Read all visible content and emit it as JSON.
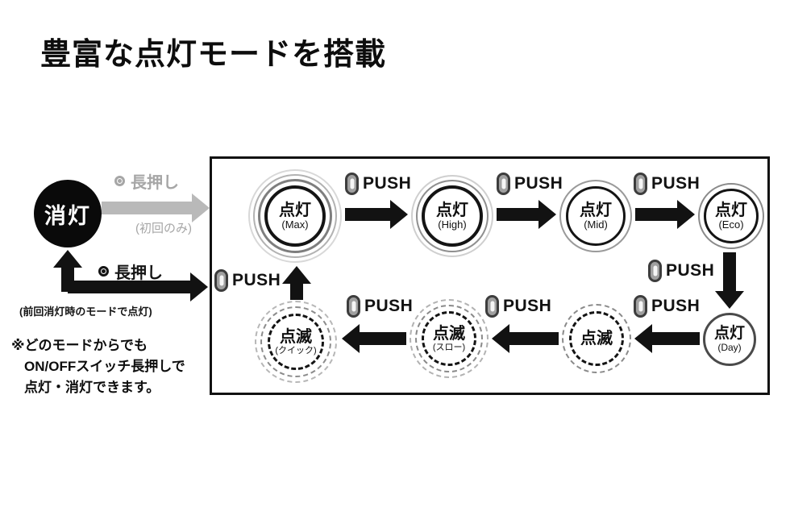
{
  "title": "豊富な点灯モードを搭載",
  "off": {
    "label": "消灯",
    "first_press_label": "長押し",
    "first_press_note": "(初回のみ)",
    "repeat_press_label": "長押し",
    "repeat_press_note": "(前回消灯時のモードで点灯)"
  },
  "footnote": {
    "line1": "※どのモードからでも",
    "line2": "ON/OFFスイッチ長押しで",
    "line3": "点灯・消灯できます。"
  },
  "flow": {
    "push_label": "PUSH",
    "nodes": {
      "max": {
        "label": "点灯",
        "sub": "(Max)"
      },
      "high": {
        "label": "点灯",
        "sub": "(High)"
      },
      "mid": {
        "label": "点灯",
        "sub": "(Mid)"
      },
      "eco": {
        "label": "点灯",
        "sub": "(Eco)"
      },
      "day": {
        "label": "点灯",
        "sub": "(Day)"
      },
      "blink": {
        "label": "点滅"
      },
      "blink_slow": {
        "label": "点滅",
        "sub": "(スロー)"
      },
      "blink_quick": {
        "label": "点滅",
        "sub": "(クイック)"
      }
    }
  },
  "colors": {
    "ink": "#121212",
    "gray_arrow": "#b9b9b9",
    "gray_text": "#a6a6a6"
  }
}
